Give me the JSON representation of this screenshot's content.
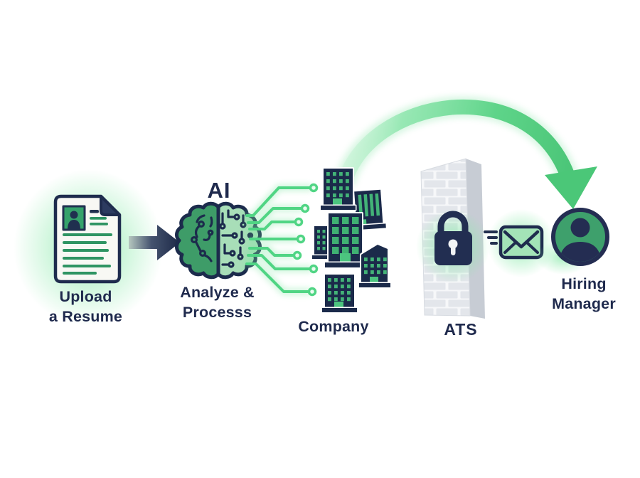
{
  "diagram": {
    "description": "Resume-to-hiring-manager flow illustration",
    "steps": {
      "upload": {
        "label_line1": "Upload",
        "label_line2": "a Resume",
        "icon": "resume-document-icon"
      },
      "ai": {
        "heading": "AI",
        "label_line1": "Analyze &",
        "label_line2": "Processs",
        "icon": "ai-brain-icon"
      },
      "company": {
        "label": "Company",
        "icon": "office-buildings-icon"
      },
      "ats": {
        "label": "ATS",
        "icon": "brick-wall-icon",
        "lock_icon": "padlock-icon"
      },
      "hiring_manager": {
        "label_line1": "Hiring",
        "label_line2": "Manager",
        "icon": "person-avatar-icon"
      }
    },
    "connectors": {
      "resume_to_ai": "right-arrow-icon",
      "ai_to_company": "circuit-traces",
      "company_over_ats": "bypass-arc-arrow-icon",
      "ats_to_manager": "email-icon-with-speed-lines"
    },
    "colors": {
      "navy": "#1f2c4e",
      "green_medium": "#3ea06c",
      "green_light": "#a8deb8",
      "green_bright": "#50d584",
      "green_glow": "#7ce6a0",
      "arc_green": "#4fcb7d",
      "window_green": "#43b377",
      "wall_front": "#e3e6eb",
      "wall_side": "#c7ccd4",
      "paper": "#f8f8f4",
      "background": "#ffffff"
    }
  }
}
